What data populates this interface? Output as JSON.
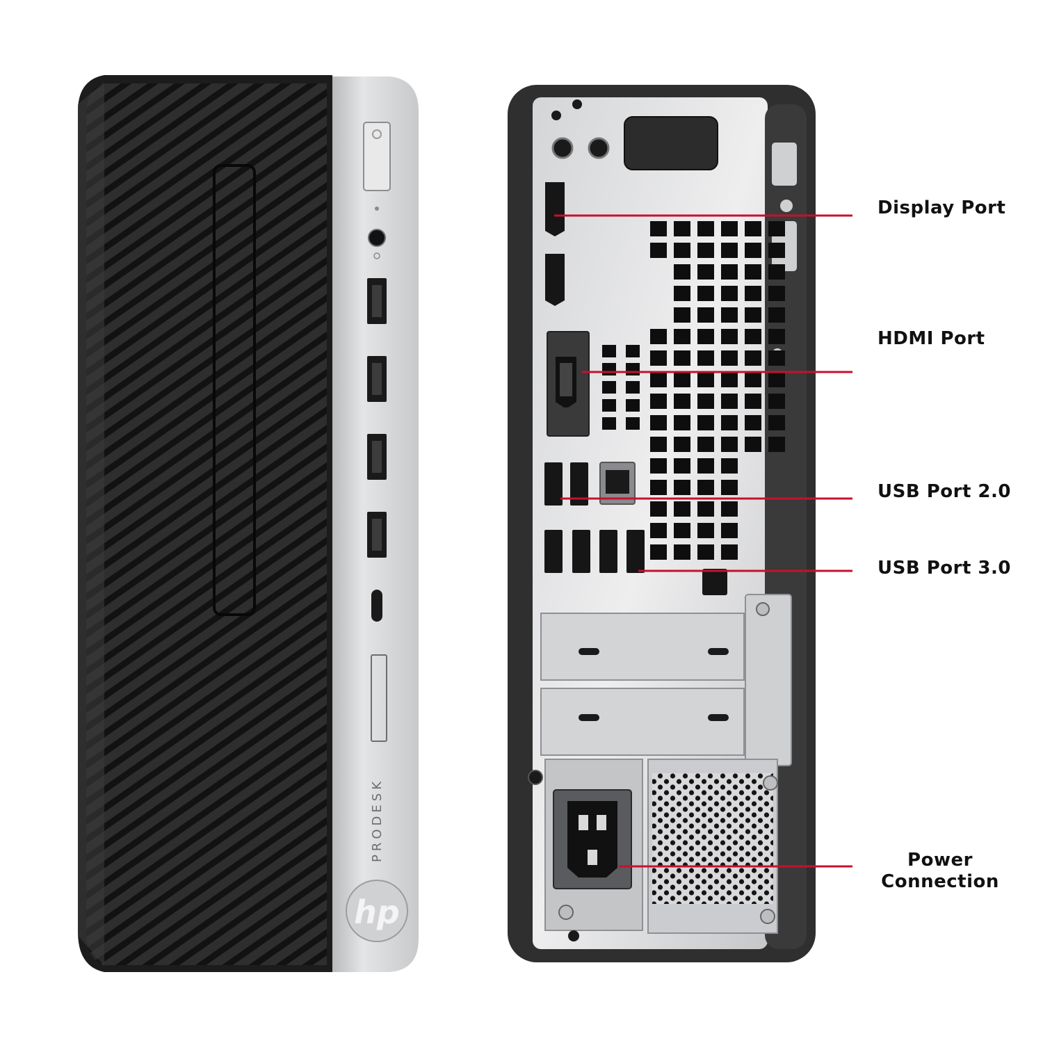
{
  "front_panel": {
    "model_text": "PRODESK",
    "logo_text": "hp"
  },
  "callouts": [
    {
      "id": "display-port",
      "label": "Display Port"
    },
    {
      "id": "hdmi-port",
      "label": "HDMI Port"
    },
    {
      "id": "usb-2",
      "label": "USB Port 2.0"
    },
    {
      "id": "usb-3",
      "label": "USB Port 3.0"
    },
    {
      "id": "power",
      "label": "Power\nConnection"
    }
  ],
  "colors": {
    "callout_line": "#c8102e",
    "case_dark": "#2b2b2b",
    "case_silver": "#c9cacc",
    "port_black": "#111111"
  }
}
